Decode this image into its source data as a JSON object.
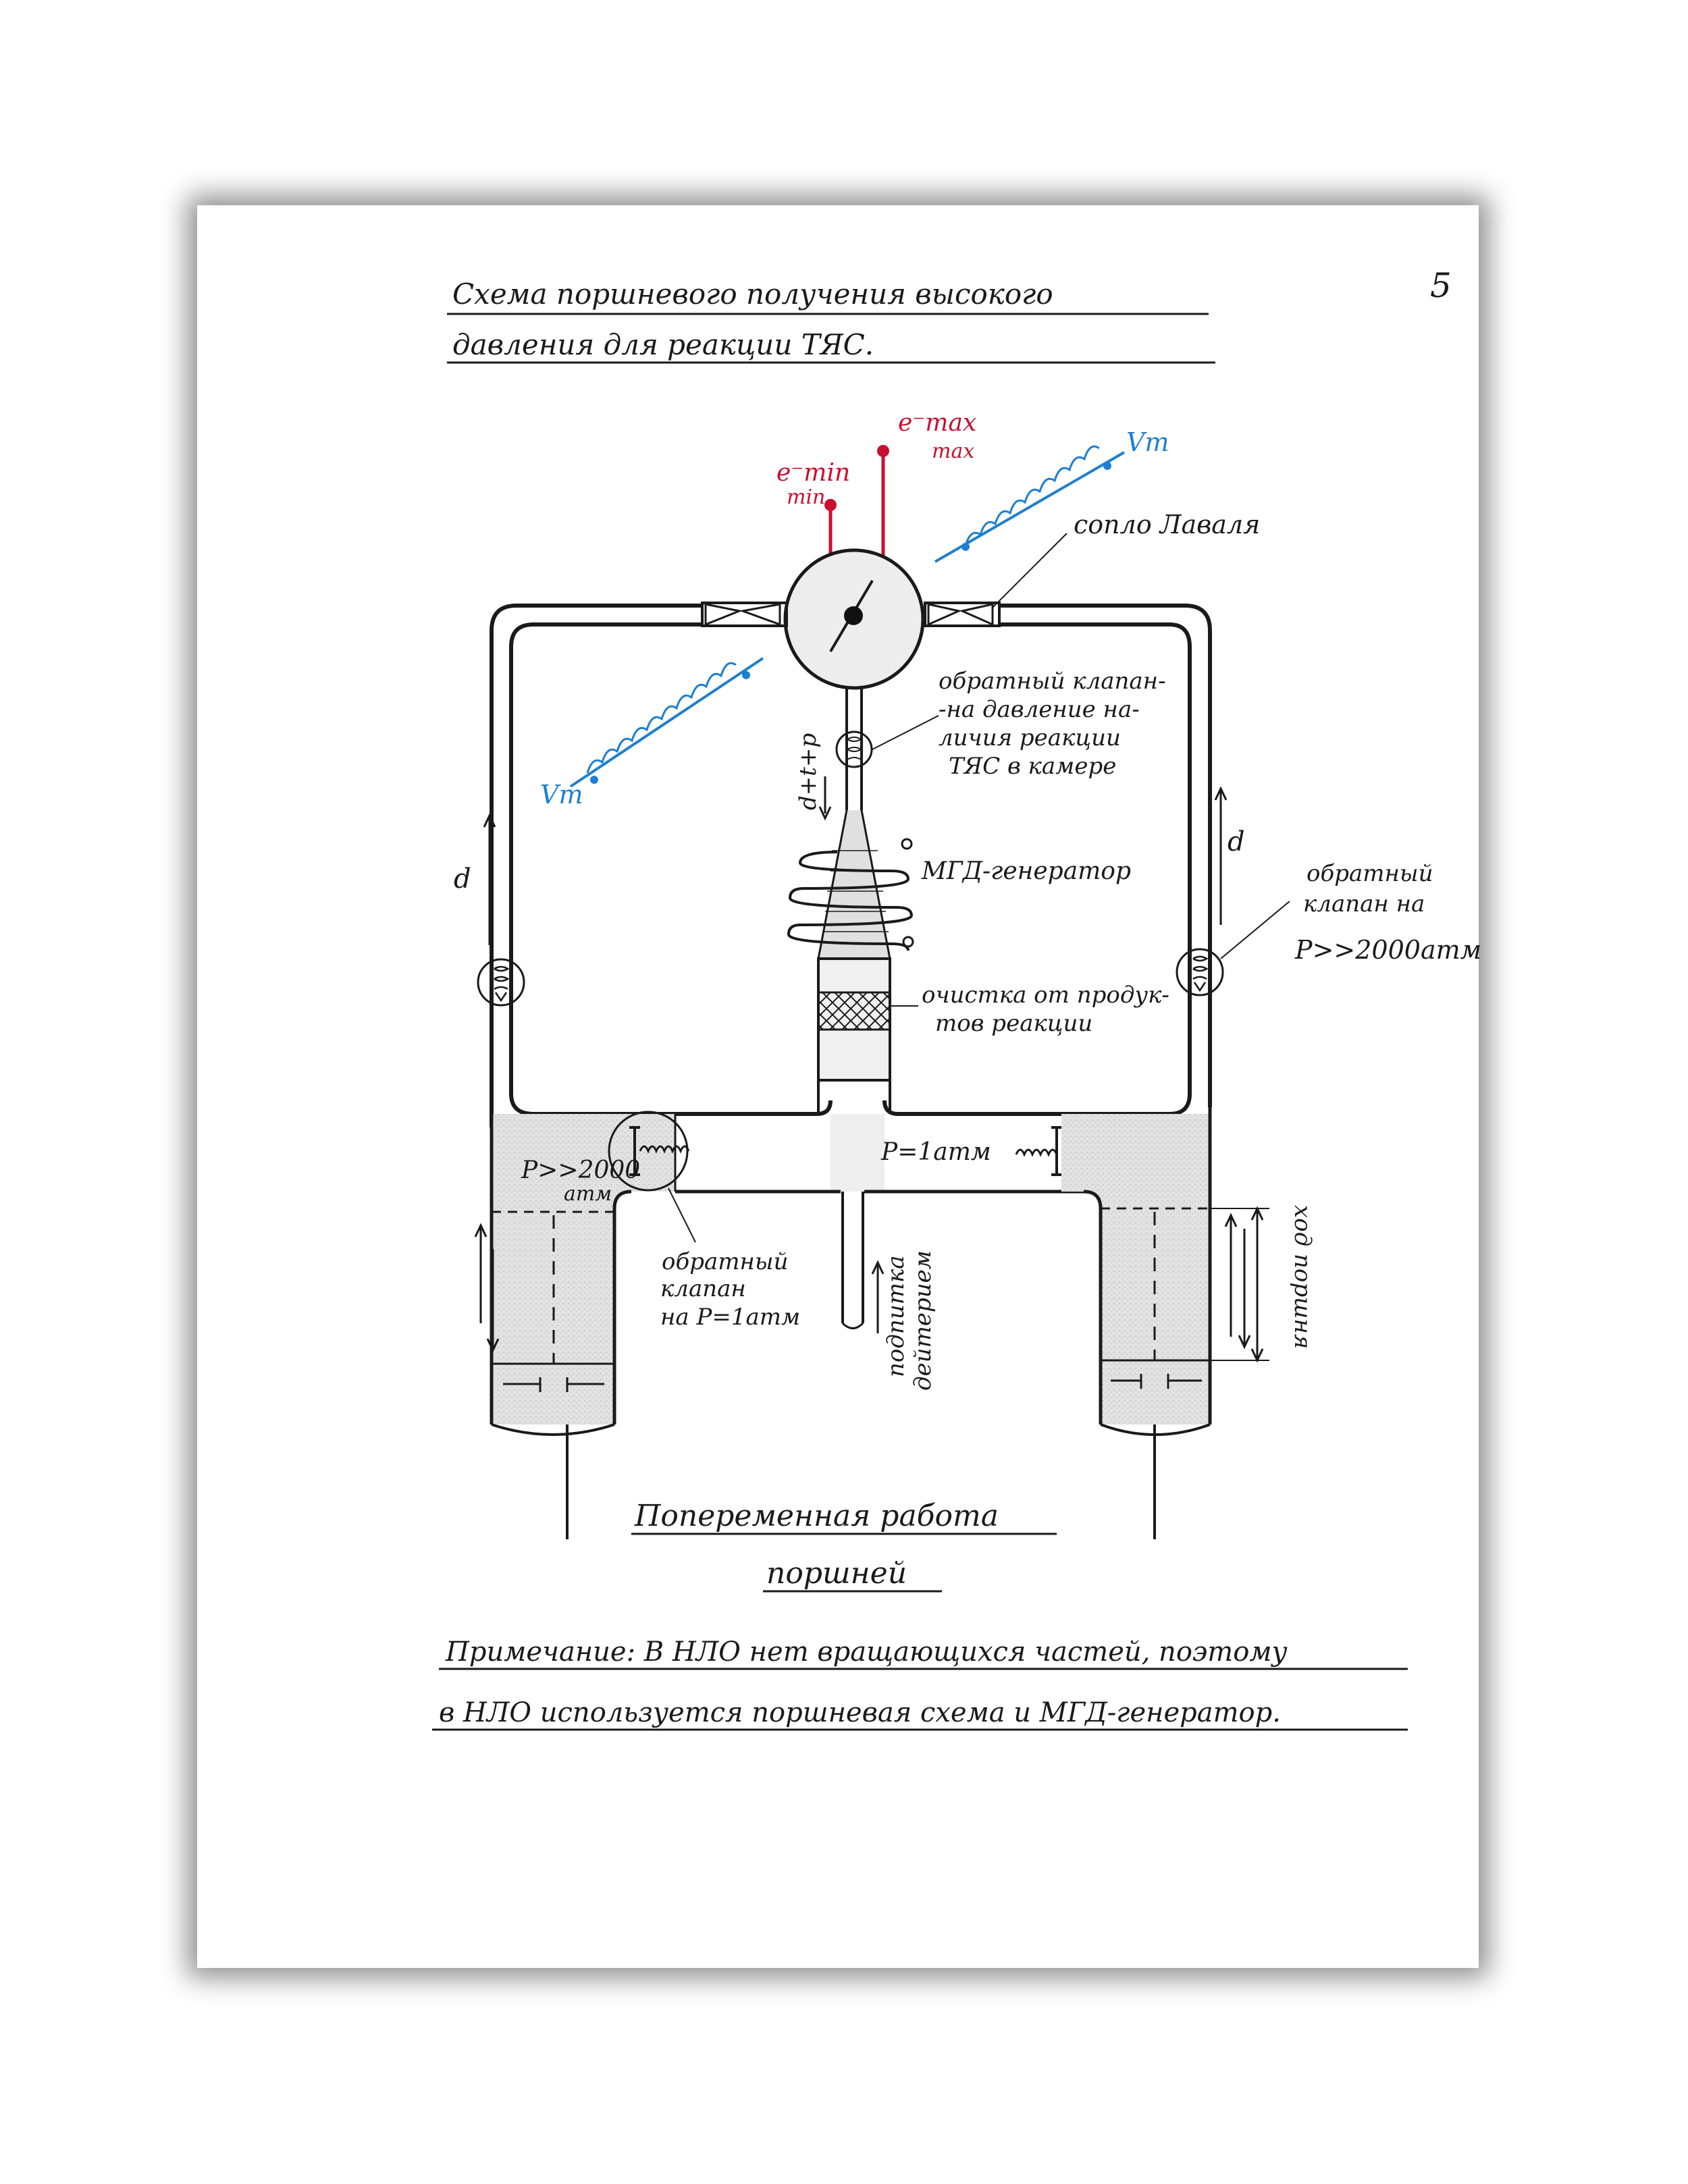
{
  "page_number": "5",
  "title_line1": "Схема поршневого получения высокого",
  "title_line2": "давления для реакции ТЯС.",
  "labels": {
    "e_min": "e⁻min",
    "e_min_sub": "min",
    "e_max": "e⁻max",
    "e_max_sub": "max",
    "v_top": "Vт",
    "v_left": "Vт",
    "nozzle": "сопло Лаваля",
    "check_valve_reaction_1": "обратный клапан-",
    "check_valve_reaction_2": "-на давление на-",
    "check_valve_reaction_3": "личия реакции",
    "check_valve_reaction_4": "ТЯС в камере",
    "flow_center": "d+t+p",
    "mhd_generator": "МГД-генератор",
    "flow_left": "d",
    "flow_right": "d",
    "check_valve_right_1": "обратный",
    "check_valve_right_2": "клапан на",
    "check_valve_right_3": "P>>2000атм",
    "purification_1": "очистка от продук-",
    "purification_2": "тов реакции",
    "pressure_1atm": "P=1атм",
    "pressure_2000_1": "P>>2000",
    "pressure_2000_2": "атм",
    "check_valve_left_1": "обратный",
    "check_valve_left_2": "клапан",
    "check_valve_left_3": "на P=1атм",
    "deuterium_feed_1": "подпитка",
    "deuterium_feed_2": "дейтерием",
    "piston_stroke": "ход поршня",
    "alternating_1": "Попеременная работа",
    "alternating_2": "поршней"
  },
  "note_line1": "Примечание: В НЛО нет вращающихся частей, поэтому",
  "note_line2": "в НЛО используется поршневая схема и МГД-генератор.",
  "colors": {
    "ink": "#1a1a1a",
    "red": "#c8102e",
    "blue": "#1e7fd0"
  }
}
